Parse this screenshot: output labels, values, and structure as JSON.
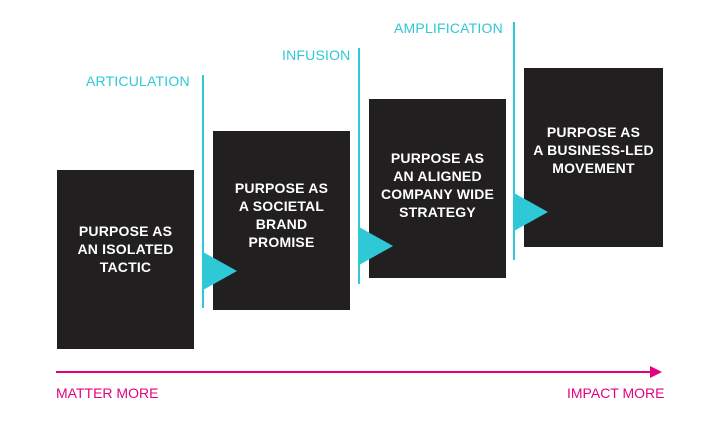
{
  "stages": [
    {
      "label": "ARTICULATION",
      "text": "PURPOSE AS\nAN ISOLATED\nTACTIC"
    },
    {
      "label": "INFUSION",
      "text": "PURPOSE AS\nA SOCIETAL\nBRAND\nPROMISE"
    },
    {
      "label": "AMPLIFICATION",
      "text": "PURPOSE AS\nAN ALIGNED\nCOMPANY WIDE\nSTRATEGY"
    },
    {
      "label": "",
      "text": "PURPOSE AS\nA BUSINESS-LED\nMOVEMENT"
    }
  ],
  "axis": {
    "left_label": "MATTER MORE",
    "right_label": "IMPACT MORE"
  },
  "colors": {
    "accent": "#2ec8d6",
    "axis": "#e6007e",
    "box": "#211f1f"
  }
}
